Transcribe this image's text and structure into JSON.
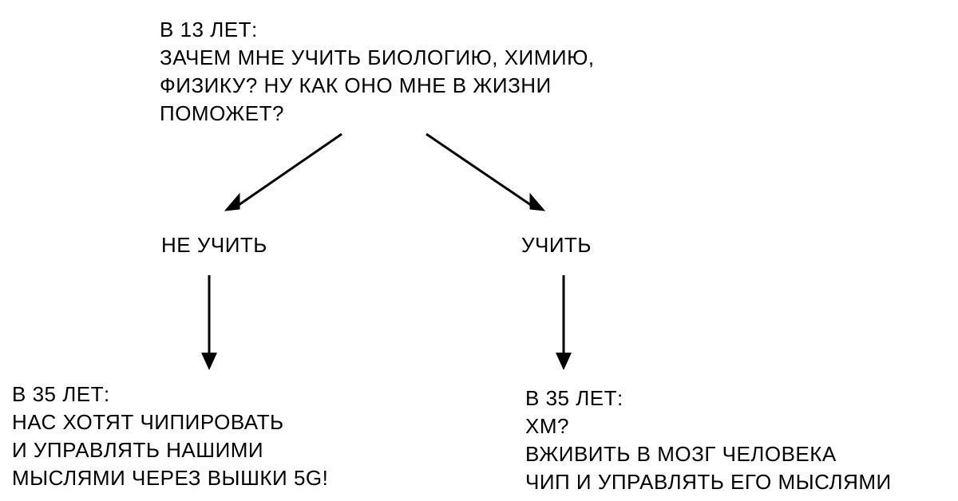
{
  "top": {
    "lines": [
      "В 13 ЛЕТ:",
      "ЗАЧЕМ МНЕ УЧИТЬ БИОЛОГИЮ, ХИМИЮ,",
      "ФИЗИКУ? НУ КАК ОНО МНЕ В ЖИЗНИ",
      "ПОМОЖЕТ?"
    ]
  },
  "branches": {
    "left_label": "НЕ УЧИТЬ",
    "right_label": "УЧИТЬ"
  },
  "outcomes": {
    "left": {
      "lines": [
        "В 35 ЛЕТ:",
        "НАС ХОТЯТ ЧИПИРОВАТЬ",
        "И УПРАВЛЯТЬ НАШИМИ",
        "МЫСЛЯМИ ЧЕРЕЗ ВЫШКИ 5G!"
      ]
    },
    "right": {
      "lines": [
        "В 35 ЛЕТ:",
        "ХМ?",
        "ВЖИВИТЬ В МОЗГ ЧЕЛОВЕКА",
        "ЧИП И УПРАВЛЯТЬ ЕГО МЫСЛЯМИ"
      ]
    }
  },
  "colors": {
    "ink": "#000000",
    "background": "#ffffff"
  }
}
